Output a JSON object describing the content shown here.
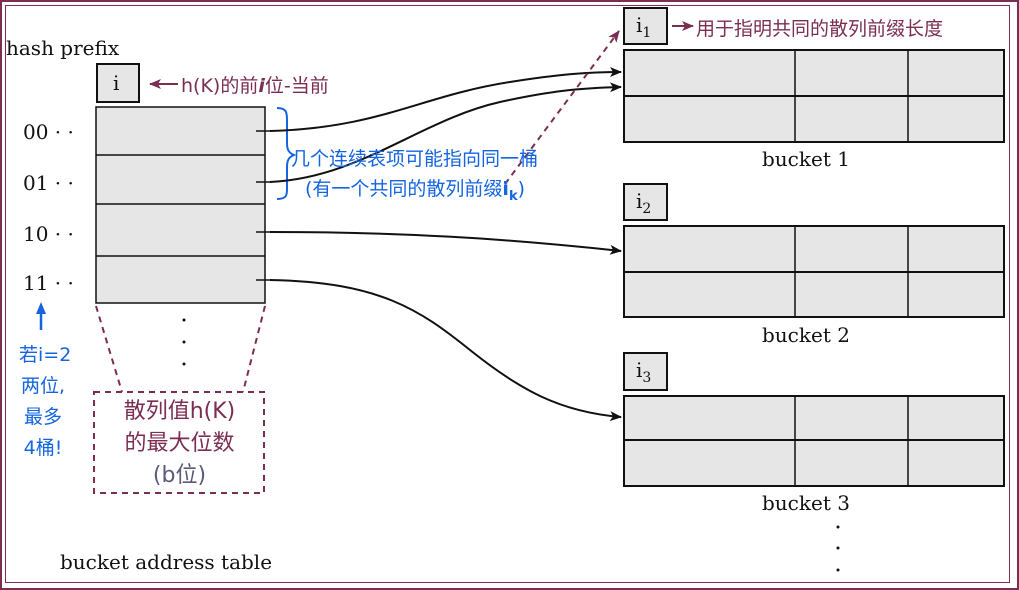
{
  "hash_prefix_label": "hash prefix",
  "prefix_box_label": "i",
  "prefix_note": "h(K)的前",
  "prefix_note_i": "i",
  "prefix_note_tail": "位-当前",
  "table_entries": [
    "00 · ·",
    "01 · ·",
    "10 · ·",
    "11 · ·"
  ],
  "group_note_line1": "几个连续表项可能指向同一桶",
  "group_note_line2_pre": "(有一个共同的散列前缀",
  "group_note_line2_i": "i",
  "group_note_line2_sub": "k",
  "group_note_line2_post": ")",
  "left_note": [
    "若i=2",
    "两位,",
    "最多",
    "4桶!"
  ],
  "max_bits_note": [
    "散列值h(K)",
    "的最大位数",
    "(b位)"
  ],
  "table_label": "bucket address table",
  "local_depth_note": "用于指明共同的散列前缀长度",
  "buckets": [
    {
      "depth_label": "i",
      "depth_sub": "1",
      "name": "bucket 1"
    },
    {
      "depth_label": "i",
      "depth_sub": "2",
      "name": "bucket 2"
    },
    {
      "depth_label": "i",
      "depth_sub": "3",
      "name": "bucket 3"
    }
  ],
  "colors": {
    "frame": "#7b2d52",
    "maroon": "#7b2d52",
    "blue": "#1565e0",
    "cell_fill": "#e6e6e6",
    "grey_text": "#5a5a7a"
  }
}
